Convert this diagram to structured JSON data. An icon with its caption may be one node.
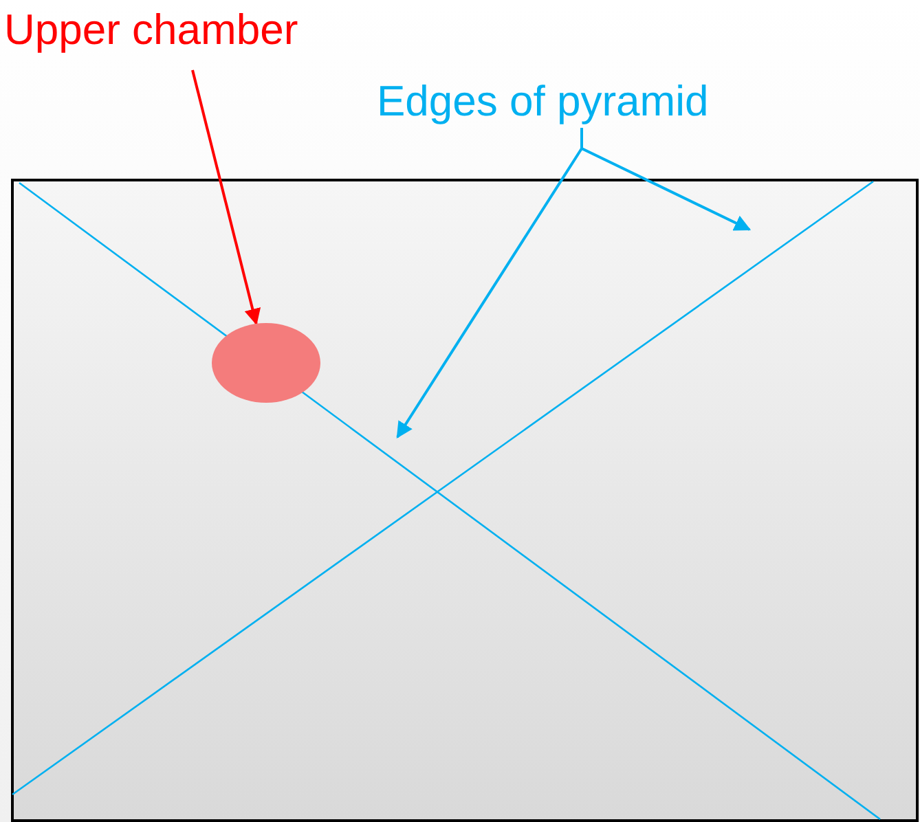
{
  "diagram": {
    "nodes": [
      {
        "text": [
          "Upper chamber"
        ]
      },
      {
        "text": [],
        "shape": "circle"
      },
      {
        "text": [
          "Edges of pyramid"
        ]
      }
    ],
    "edges": [
      {
        "from": 0,
        "to": 1,
        "arrow": "to",
        "color": "#ff0000"
      },
      {
        "from": 2,
        "to": null,
        "arrow": "to"
      },
      {
        "from": 2,
        "to": null,
        "arrow": "to"
      }
    ]
  }
}
